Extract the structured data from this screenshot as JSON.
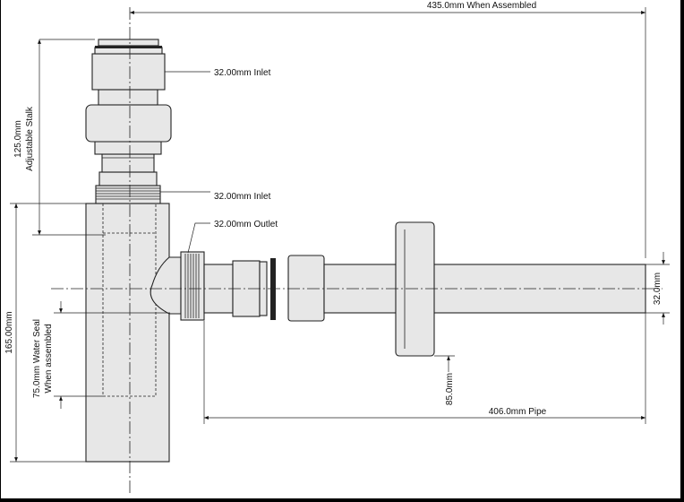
{
  "labels": {
    "overall_length": "435.0mm When Assembled",
    "top_inlet": "32.00mm Inlet",
    "adjustable_stalk_value": "125.0mm",
    "adjustable_stalk_text": "Adjustable Stalk",
    "mid_inlet": "32.00mm Inlet",
    "outlet": "32.00mm Outlet",
    "body_height": "165.00mm",
    "water_seal_value": "75.0mm Water Seal",
    "water_seal_text": "When assembled",
    "pipe_diameter": "32.0mm",
    "flange_offset": "85.0mm",
    "pipe_length": "406.0mm Pipe"
  },
  "colors": {
    "background": "#ffffff",
    "line": "#222222",
    "part_fill": "#e7e7e7",
    "border": "#000000"
  }
}
